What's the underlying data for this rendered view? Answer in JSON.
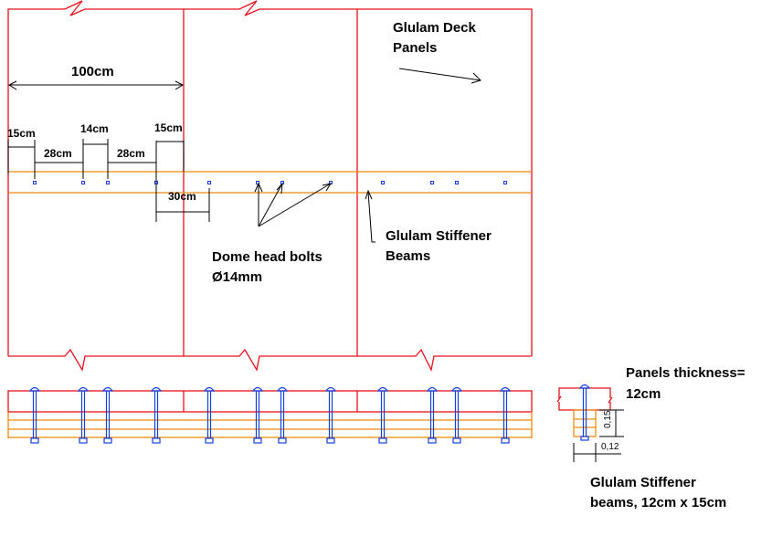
{
  "colors": {
    "panel": "#e8101a",
    "stiffener": "#f08a10",
    "bolt": "#1040e0",
    "dimension": "#000000"
  },
  "plan": {
    "panel_label_line1": "Glulam Deck",
    "panel_label_line2": "Panels",
    "panel_width_label": "100cm",
    "spacing_labels": {
      "edge_left": "15cm",
      "gap_a": "28cm",
      "pair": "14cm",
      "gap_b": "28cm",
      "edge_right": "15cm",
      "across_joint": "30cm"
    },
    "bolt_label_line1": "Dome head bolts",
    "bolt_label_line2": "Ø14mm",
    "stiffener_label_line1": "Glulam Stiffener",
    "stiffener_label_line2": "Beams"
  },
  "section_detail": {
    "thickness_label_line1": "Panels thickness=",
    "thickness_label_line2": "12cm",
    "height_dim": "0,15",
    "width_dim": "0,12",
    "beam_label_line1": "Glulam Stiffener",
    "beam_label_line2": "beams, 12cm x 15cm"
  }
}
